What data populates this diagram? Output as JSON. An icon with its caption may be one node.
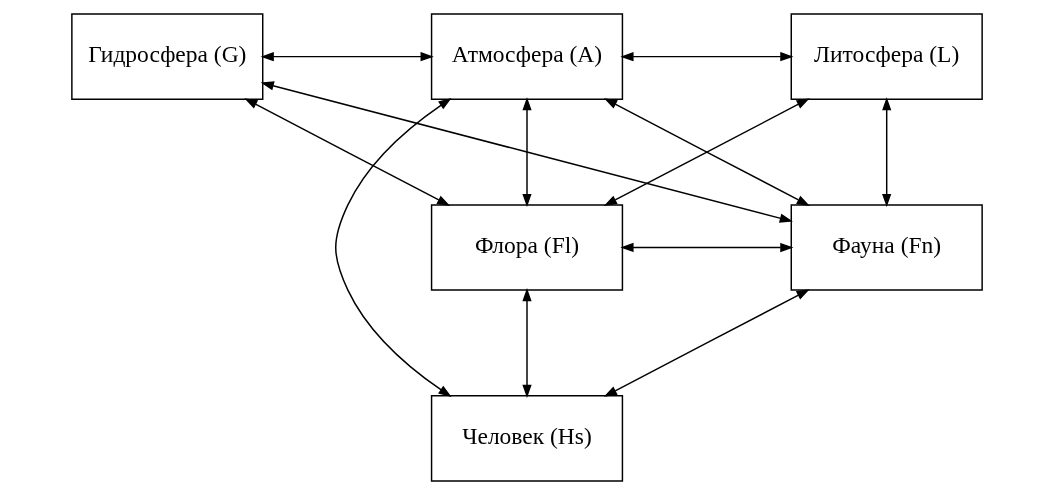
{
  "diagram": {
    "nodes": [
      {
        "text": [
          "Гидросфера (G)"
        ]
      },
      {
        "text": [
          "Атмосфера (A)"
        ]
      },
      {
        "text": [
          "Литосфера (L)"
        ]
      },
      {
        "text": [
          "Флора (Fl)"
        ]
      },
      {
        "text": [
          "Фауна (Fn)"
        ]
      },
      {
        "text": [
          "Человек (Hs)"
        ]
      }
    ],
    "edges": [
      {
        "from": 0,
        "to": 1,
        "arrow": "both"
      },
      {
        "from": 1,
        "to": 2,
        "arrow": "both"
      },
      {
        "from": 0,
        "to": 3,
        "arrow": "both"
      },
      {
        "from": 2,
        "to": 4,
        "arrow": "both"
      },
      {
        "from": 1,
        "to": 3,
        "arrow": "both"
      },
      {
        "from": 1,
        "to": 4,
        "arrow": "both"
      },
      {
        "from": 0,
        "to": 4,
        "arrow": "both"
      },
      {
        "from": 2,
        "to": 3,
        "arrow": "both"
      },
      {
        "from": 1,
        "to": 5,
        "arrow": "both"
      },
      {
        "from": 3,
        "to": 4,
        "arrow": "both"
      },
      {
        "from": 3,
        "to": 5,
        "arrow": "both"
      },
      {
        "from": 4,
        "to": 5,
        "arrow": "both"
      }
    ]
  }
}
